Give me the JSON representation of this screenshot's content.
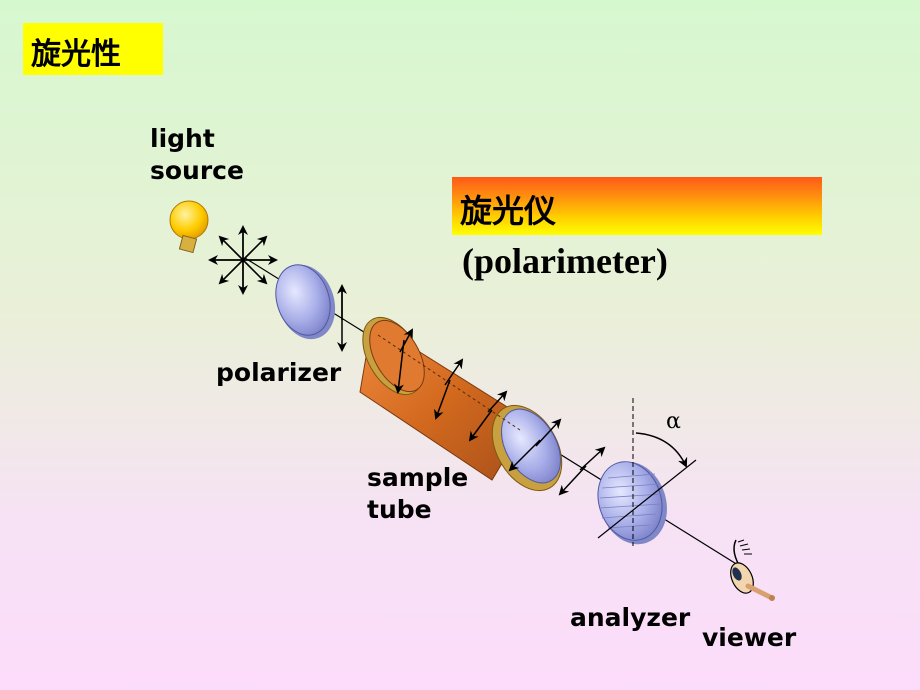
{
  "title": "旋光性",
  "instrument": {
    "name_cn": "旋光仪",
    "name_en": "(polarimeter)"
  },
  "labels": {
    "light_source_line1": "light",
    "light_source_line2": "source",
    "polarizer": "polarizer",
    "sample_tube_line1": "sample",
    "sample_tube_line2": "tube",
    "analyzer": "analyzer",
    "viewer": "viewer",
    "angle": "α"
  },
  "colors": {
    "title_bg": "#ffff00",
    "tube": "#d2691e",
    "tube_rim": "#c9a040",
    "lens": "#a8aee8",
    "bulb": "#ffcc00"
  }
}
